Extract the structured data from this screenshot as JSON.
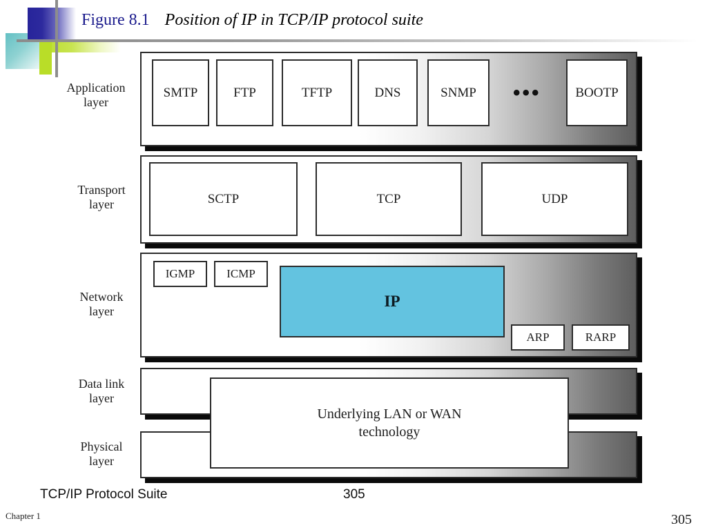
{
  "header": {
    "figure_number": "Figure 8.1",
    "figure_title": "Position of IP in TCP/IP protocol suite",
    "accent_navy": "#27249a",
    "accent_teal": "#63c0c4",
    "accent_green": "#b9dd28",
    "rule_color": "#8b8b8b"
  },
  "diagram": {
    "ip_color": "#63c3e0",
    "layers": [
      {
        "id": "application",
        "label_line1": "Application",
        "label_line2": "layer",
        "protocols": [
          "SMTP",
          "FTP",
          "TFTP",
          "DNS",
          "SNMP",
          "BOOTP"
        ],
        "ellipsis": "•••"
      },
      {
        "id": "transport",
        "label_line1": "Transport",
        "label_line2": "layer",
        "protocols": [
          "SCTP",
          "TCP",
          "UDP"
        ]
      },
      {
        "id": "network",
        "label_line1": "Network",
        "label_line2": "layer",
        "protocols": [
          "IGMP",
          "ICMP",
          "ARP",
          "RARP"
        ],
        "highlight": "IP"
      },
      {
        "id": "datalink",
        "label_line1": "Data link",
        "label_line2": "layer",
        "protocols": []
      },
      {
        "id": "physical",
        "label_line1": "Physical",
        "label_line2": "layer",
        "protocols": []
      }
    ],
    "underlying": {
      "line1": "Underlying LAN or WAN",
      "line2": "technology"
    }
  },
  "footer": {
    "book_title": "TCP/IP Protocol Suite",
    "page_number": "305",
    "chapter": "Chapter 1",
    "corner_page": "305"
  }
}
